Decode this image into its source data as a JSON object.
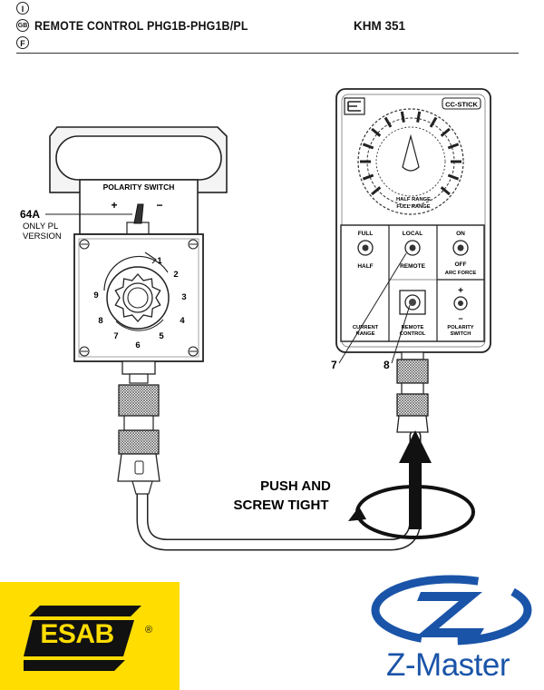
{
  "header": {
    "lang_badges": [
      "I",
      "GB",
      "F"
    ],
    "title": "REMOTE CONTROL PHG1B-PHG1B/PL",
    "code": "KHM 351"
  },
  "left_device": {
    "polarity_label": "POLARITY SWITCH",
    "plus": "+",
    "minus": "−",
    "dial_numbers": [
      "1",
      "2",
      "3",
      "4",
      "5",
      "6",
      "7",
      "8",
      "9"
    ],
    "callout_ref": "64A",
    "callout_note_line1": "ONLY PL",
    "callout_note_line2": "VERSION"
  },
  "right_device": {
    "model_label": "CC-STICK",
    "range_line1": "HALF RANGE",
    "range_line2": "FULL RANGE",
    "full": "FULL",
    "half": "HALF",
    "local": "LOCAL",
    "remote": "REMOTE",
    "on": "ON",
    "off": "OFF",
    "arc_force": "ARC FORCE",
    "current_range_line1": "CURRENT",
    "current_range_line2": "RANGE",
    "remote_control_line1": "REMOTE",
    "remote_control_line2": "CONTROL",
    "polarity_line1": "POLARITY",
    "polarity_line2": "SWITCH",
    "plus": "+",
    "minus": "−"
  },
  "callouts": {
    "ref7": "7",
    "ref8": "8"
  },
  "instruction": {
    "line1": "PUSH AND",
    "line2": "SCREW TIGHT"
  },
  "brands": {
    "esab": "ESAB",
    "esab_reg": "®",
    "zmaster": "Z-Master",
    "esab_color": "#ffdd00",
    "zmaster_color": "#1a54a8"
  }
}
